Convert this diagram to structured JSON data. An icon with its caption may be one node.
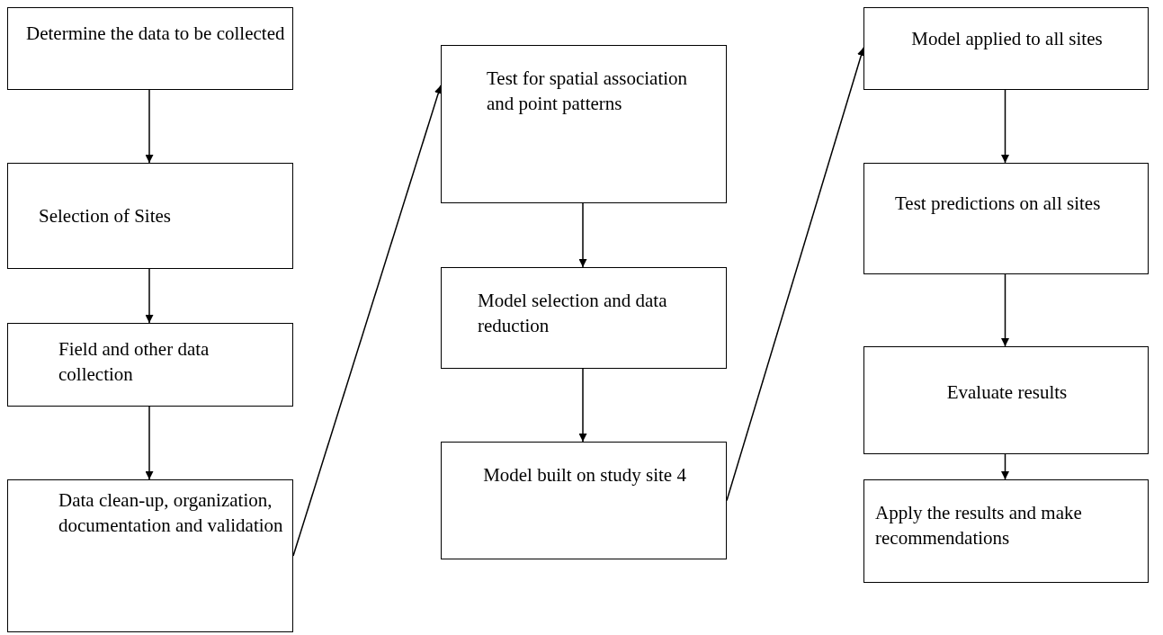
{
  "diagram": {
    "nodes": [
      {
        "text": [
          "Determine the data to be collected"
        ]
      },
      {
        "text": [
          "Selection of Sites"
        ]
      },
      {
        "text": [
          "Field and other data collection"
        ]
      },
      {
        "text": [
          "Data clean-up, organization, documentation and validation"
        ]
      },
      {
        "text": [
          "Test for spatial association and point patterns"
        ]
      },
      {
        "text": [
          "Model selection and data reduction"
        ]
      },
      {
        "text": [
          "Model built on study site 4"
        ]
      },
      {
        "text": [
          "Model applied to all sites"
        ]
      },
      {
        "text": [
          "Test predictions on all sites"
        ]
      },
      {
        "text": [
          "Evaluate results"
        ]
      },
      {
        "text": [
          "Apply the results and make recommendations"
        ]
      }
    ],
    "edges": [
      {
        "from": 0,
        "to": 1,
        "arrow": "to"
      },
      {
        "from": 1,
        "to": 2,
        "arrow": "to"
      },
      {
        "from": 2,
        "to": 3,
        "arrow": "to"
      },
      {
        "from": 3,
        "to": 4,
        "arrow": "to"
      },
      {
        "from": 4,
        "to": 5,
        "arrow": "to"
      },
      {
        "from": 5,
        "to": 6,
        "arrow": "to"
      },
      {
        "from": 6,
        "to": 7,
        "arrow": "to"
      },
      {
        "from": 7,
        "to": 8,
        "arrow": "to"
      },
      {
        "from": 8,
        "to": 9,
        "arrow": "to"
      },
      {
        "from": 9,
        "to": 10,
        "arrow": "to"
      }
    ]
  }
}
